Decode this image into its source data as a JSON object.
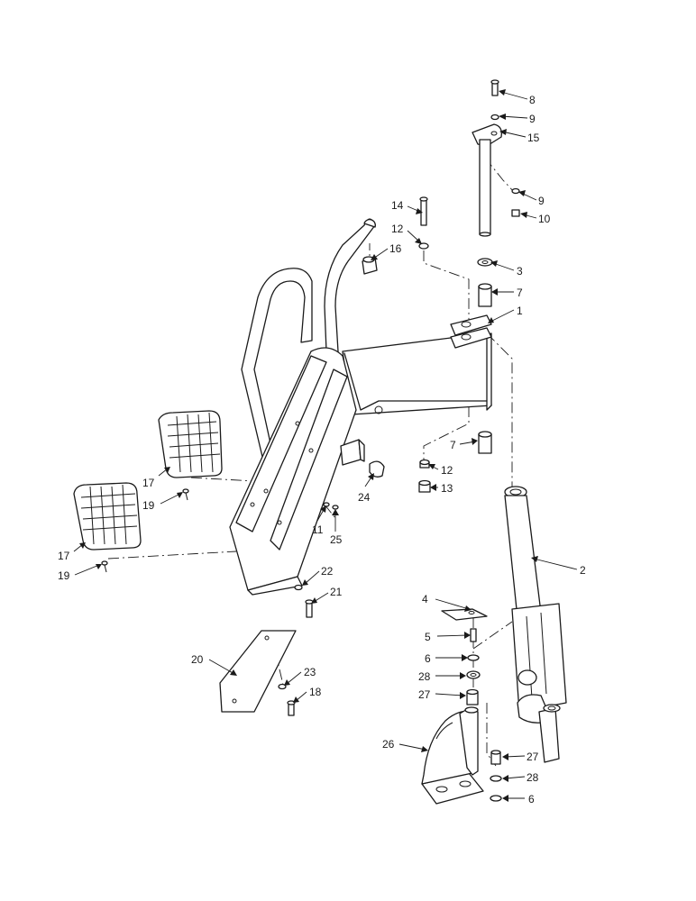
{
  "callouts": {
    "c8": "8",
    "c9a": "9",
    "c15": "15",
    "c9b": "9",
    "c10": "10",
    "c14": "14",
    "c12a": "12",
    "c16": "16",
    "c3": "3",
    "c7a": "7",
    "c1": "1",
    "c7b": "7",
    "c12b": "12",
    "c13": "13",
    "c24": "24",
    "c11": "11",
    "c25": "25",
    "c17a": "17",
    "c19a": "19",
    "c17b": "17",
    "c19b": "19",
    "c22": "22",
    "c21": "21",
    "c2": "2",
    "c4": "4",
    "c5": "5",
    "c6a": "6",
    "c28a": "28",
    "c27a": "27",
    "c20": "20",
    "c23": "23",
    "c18": "18",
    "c26": "26",
    "c27b": "27",
    "c28b": "28",
    "c6b": "6"
  }
}
